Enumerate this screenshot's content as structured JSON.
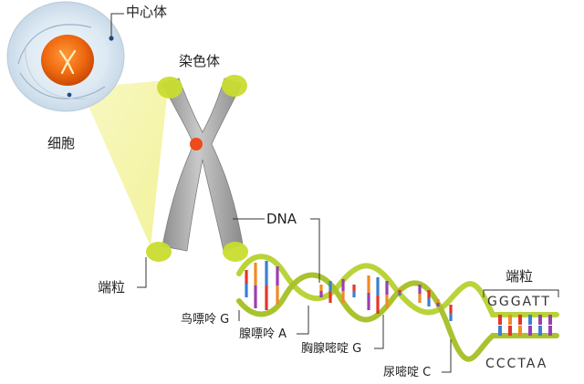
{
  "labels": {
    "centrosome": "中心体",
    "chromosome": "染色体",
    "cell": "细胞",
    "dna": "DNA",
    "telomere_left": "端粒",
    "telomere_right": "端粒",
    "guanine": "鸟嘌呤 G",
    "adenine": "腺嘌呤 A",
    "thymine": "胸腺嘧啶 G",
    "cytosine": "尿嘧啶 C"
  },
  "sequence": {
    "top": "GGGATT",
    "bottom": "CCCTAA"
  },
  "colors": {
    "backbone": "#b9d33a",
    "base_red": "#e2362a",
    "base_orange": "#f08a24",
    "base_blue": "#3a7fd0",
    "base_purple": "#9a3fb0",
    "chromosome": "#a9a9a9",
    "telomere": "#c9dc2e",
    "nucleus": "#f06a10",
    "cone": "#f4f4a8"
  }
}
